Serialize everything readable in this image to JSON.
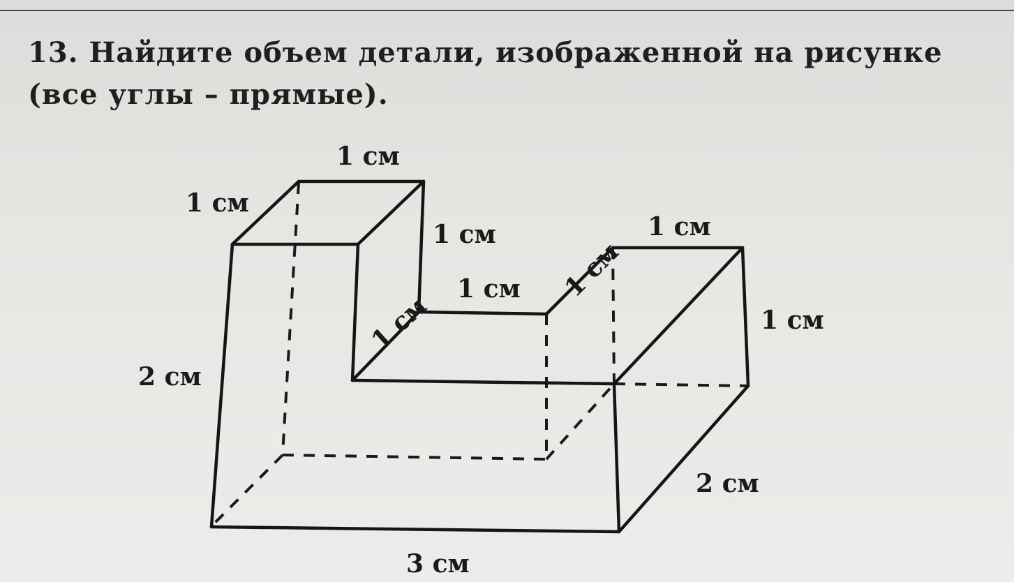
{
  "problem": {
    "number": "13.",
    "line1": "Найдите объем детали, изображенной на рисунке",
    "line2": "(все углы – прямые)."
  },
  "labels": {
    "top_back": "1 см",
    "top_left": "1 см",
    "left_col_height": "1 см",
    "inner_depth_left": "1 см",
    "inner_floor": "1 см",
    "inner_depth_right": "1 см",
    "right_top": "1 см",
    "right_height": "1 см",
    "total_height": "2 см",
    "depth": "2 см",
    "width": "3 см"
  }
}
